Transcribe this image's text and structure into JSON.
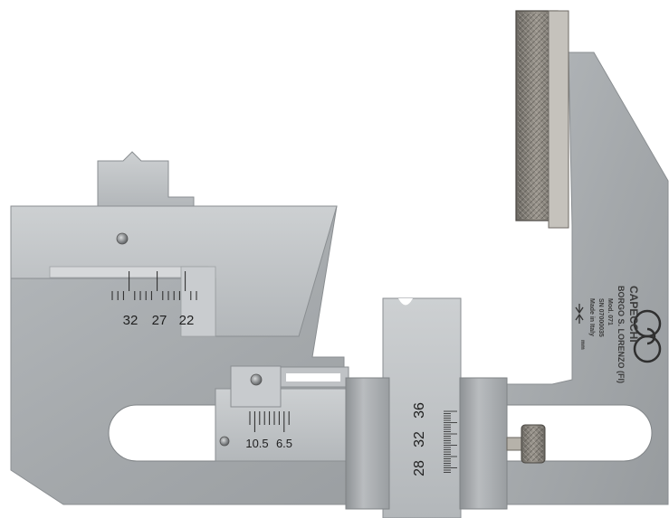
{
  "scale_upper": {
    "labels": [
      "32",
      "27",
      "22"
    ]
  },
  "scale_lower": {
    "labels": [
      "10.5",
      "6.5"
    ]
  },
  "scale_vertical": {
    "labels": [
      "28",
      "32",
      "36"
    ]
  },
  "engraving": {
    "brand": "CAPECCHI",
    "city": "BORGO S. LORENZO (FI)",
    "model": "Mod. 071",
    "serial": "SN 07000035",
    "origin": "Made in Italy",
    "unit": "mm"
  },
  "colors": {
    "metal_main": "#a5a9ac",
    "metal_light": "#c3c6c8",
    "metal_dark": "#7f8386",
    "knurl_dark": "#5c5a56",
    "knurl_light": "#a8a49e"
  }
}
